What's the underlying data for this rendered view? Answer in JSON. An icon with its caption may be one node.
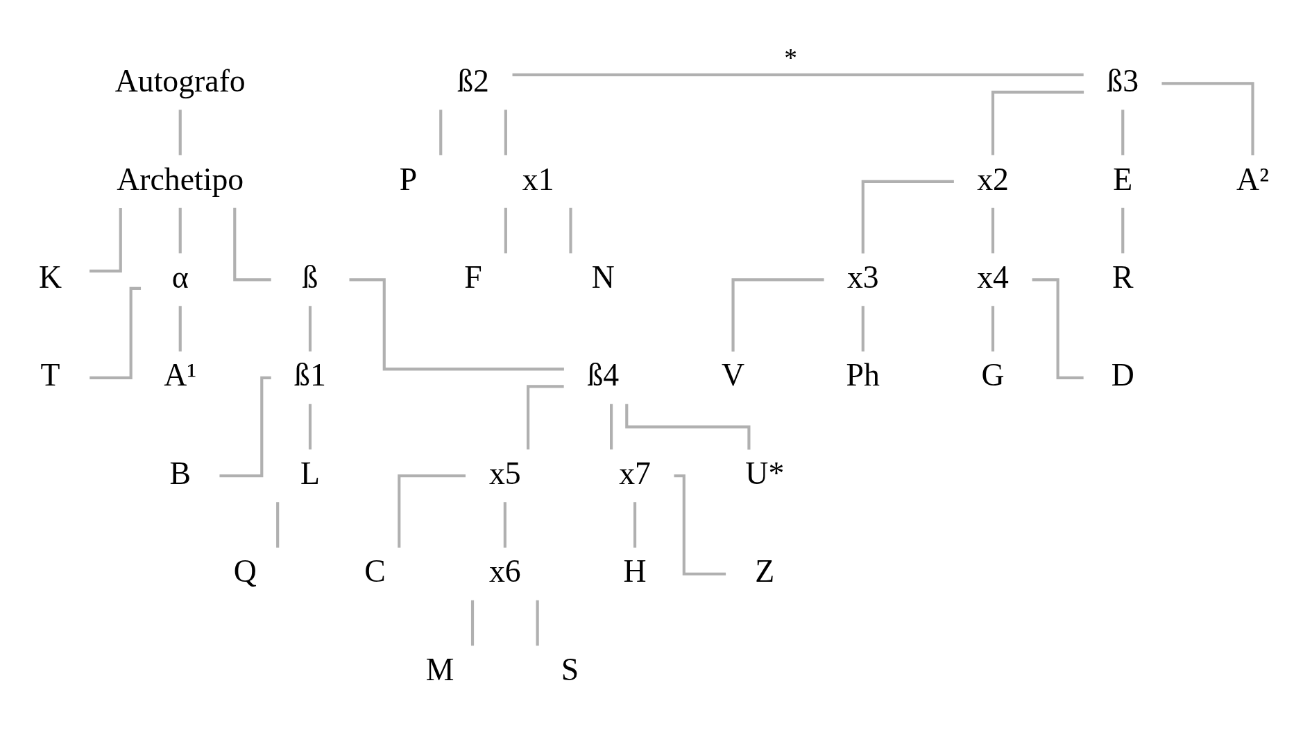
{
  "diagram": {
    "nodes": [
      {
        "text": [
          "Autografo"
        ]
      },
      {
        "text": [
          "Archetipo"
        ]
      },
      {
        "text": [
          "K"
        ]
      },
      {
        "text": [
          "α"
        ]
      },
      {
        "text": [
          "ß"
        ]
      },
      {
        "text": [
          "T"
        ]
      },
      {
        "text": [
          "A¹"
        ]
      },
      {
        "text": [
          "ß1"
        ]
      },
      {
        "text": [
          "ß2"
        ]
      },
      {
        "text": [
          "ß3"
        ]
      },
      {
        "text": [
          "ß4"
        ]
      },
      {
        "text": [
          "B"
        ]
      },
      {
        "text": [
          "L"
        ]
      },
      {
        "text": [
          "P"
        ]
      },
      {
        "text": [
          "x1"
        ]
      },
      {
        "text": [
          "x2"
        ]
      },
      {
        "text": [
          "E"
        ]
      },
      {
        "text": [
          "A²"
        ]
      },
      {
        "text": [
          "x5"
        ]
      },
      {
        "text": [
          "x7"
        ]
      },
      {
        "text": [
          "U*"
        ]
      },
      {
        "text": [
          "Q"
        ]
      },
      {
        "text": [
          "F"
        ]
      },
      {
        "text": [
          "N"
        ]
      },
      {
        "text": [
          "x3"
        ]
      },
      {
        "text": [
          "x4"
        ]
      },
      {
        "text": [
          "R"
        ]
      },
      {
        "text": [
          "C"
        ]
      },
      {
        "text": [
          "x6"
        ]
      },
      {
        "text": [
          "H"
        ]
      },
      {
        "text": [
          "Z"
        ]
      },
      {
        "text": [
          "V"
        ]
      },
      {
        "text": [
          "Ph"
        ]
      },
      {
        "text": [
          "G"
        ]
      },
      {
        "text": [
          "D"
        ]
      },
      {
        "text": [
          "M"
        ]
      },
      {
        "text": [
          "S"
        ]
      }
    ],
    "edges": [
      {
        "from": 0,
        "to": 1,
        "arrow": "none"
      },
      {
        "from": 1,
        "to": 2,
        "arrow": "none"
      },
      {
        "from": 1,
        "to": 3,
        "arrow": "none"
      },
      {
        "from": 1,
        "to": 4,
        "arrow": "none"
      },
      {
        "from": 3,
        "to": 5,
        "arrow": "none"
      },
      {
        "from": 3,
        "to": 6,
        "arrow": "none"
      },
      {
        "from": 4,
        "to": 7,
        "arrow": "none"
      },
      {
        "from": 4,
        "to": 10,
        "arrow": "none"
      },
      {
        "from": 8,
        "to": 9,
        "arrow": "none",
        "label": "*"
      },
      {
        "from": 7,
        "to": 11,
        "arrow": "none"
      },
      {
        "from": 7,
        "to": 12,
        "arrow": "none"
      },
      {
        "from": 8,
        "to": 13,
        "arrow": "none"
      },
      {
        "from": 8,
        "to": 14,
        "arrow": "none"
      },
      {
        "from": 9,
        "to": 15,
        "arrow": "none"
      },
      {
        "from": 9,
        "to": 16,
        "arrow": "none"
      },
      {
        "from": 9,
        "to": 17,
        "arrow": "none"
      },
      {
        "from": 10,
        "to": 18,
        "arrow": "none"
      },
      {
        "from": 10,
        "to": 19,
        "arrow": "none"
      },
      {
        "from": 10,
        "to": 20,
        "arrow": "none"
      },
      {
        "from": 12,
        "to": 21,
        "arrow": "none"
      },
      {
        "from": 14,
        "to": 22,
        "arrow": "none"
      },
      {
        "from": 14,
        "to": 23,
        "arrow": "none"
      },
      {
        "from": 15,
        "to": 24,
        "arrow": "none"
      },
      {
        "from": 15,
        "to": 25,
        "arrow": "none"
      },
      {
        "from": 16,
        "to": 26,
        "arrow": "none"
      },
      {
        "from": 18,
        "to": 27,
        "arrow": "none"
      },
      {
        "from": 18,
        "to": 28,
        "arrow": "none"
      },
      {
        "from": 19,
        "to": 29,
        "arrow": "none"
      },
      {
        "from": 19,
        "to": 30,
        "arrow": "none"
      },
      {
        "from": 24,
        "to": 31,
        "arrow": "none"
      },
      {
        "from": 24,
        "to": 32,
        "arrow": "none"
      },
      {
        "from": 25,
        "to": 33,
        "arrow": "none"
      },
      {
        "from": 25,
        "to": 34,
        "arrow": "none"
      },
      {
        "from": 28,
        "to": 35,
        "arrow": "none"
      },
      {
        "from": 28,
        "to": 36,
        "arrow": "none"
      }
    ]
  }
}
